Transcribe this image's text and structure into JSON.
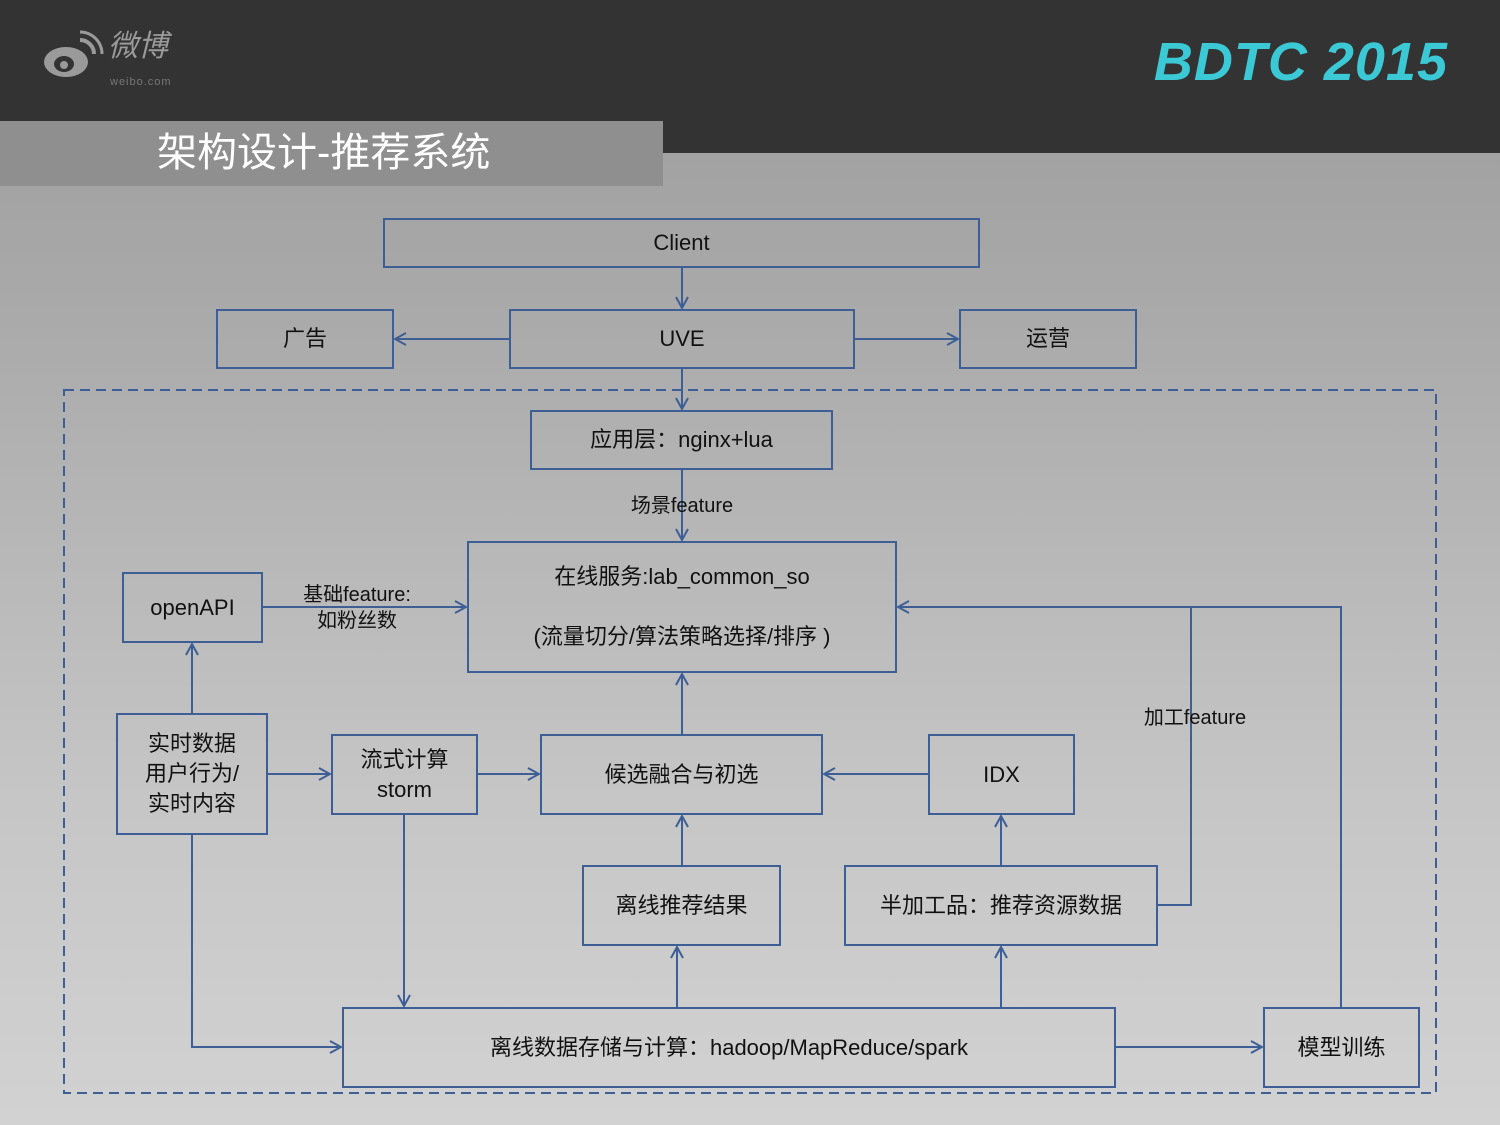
{
  "header": {
    "logo_text": "微博",
    "logo_sub": "weibo.com",
    "brand": "BDTC 2015",
    "slide_title": "架构设计-推荐系统"
  },
  "colors": {
    "line": "#3d5f95",
    "brand": "#3cc9d6",
    "header_bg": "#333333"
  },
  "nodes": {
    "client": "Client",
    "ads": "广告",
    "uve": "UVE",
    "ops": "运营",
    "app_layer": "应用层：nginx+lua",
    "online_line1": "在线服务:lab_common_so",
    "online_line2": "(流量切分/算法策略选择/排序 )",
    "openapi": "openAPI",
    "realtime_1": "实时数据",
    "realtime_2": "用户行为/",
    "realtime_3": "实时内容",
    "stream_1": "流式计算",
    "stream_2": "storm",
    "candidate": "候选融合与初选",
    "idx": "IDX",
    "offline_result": "离线推荐结果",
    "semi": "半加工品：推荐资源数据",
    "offline_storage": "离线数据存储与计算：hadoop/MapReduce/spark",
    "model": "模型训练"
  },
  "edge_labels": {
    "scene_feature": "场景feature",
    "base_feature_1": "基础feature:",
    "base_feature_2": "如粉丝数",
    "processed_feature": "加工feature"
  }
}
